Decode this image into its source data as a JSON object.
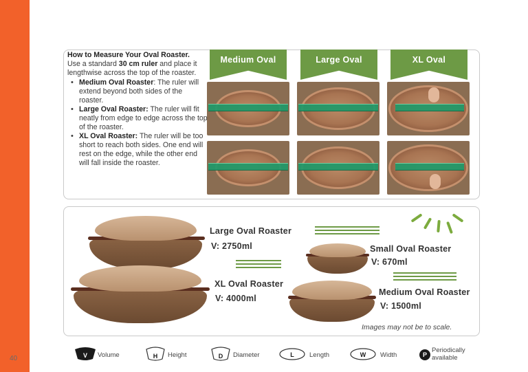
{
  "page_number": "40",
  "howto": {
    "title": "How to Measure Your Oval Roaster.",
    "intro_a": "Use a standard ",
    "intro_b": "30 cm ruler",
    "intro_c": " and place it lengthwise across the top of the roaster.",
    "bullets": [
      {
        "term": "Medium Oval Roaster",
        "sep": ": ",
        "text": "The ruler will extend beyond both sides of the roaster."
      },
      {
        "term": "Large Oval Roaster:",
        "sep": " ",
        "text": "The ruler will fit neatly from edge to edge across the top of the roaster."
      },
      {
        "term": "XL Oval Roaster:",
        "sep": " ",
        "text": "The ruler will be too short to reach both sides. One end will rest on the edge, while the other end will fall inside the roaster."
      }
    ]
  },
  "banners": [
    "Medium Oval",
    "Large Oval",
    "XL Oval"
  ],
  "roasters": [
    {
      "name": "Large Oval Roaster",
      "volume": "V: 2750ml"
    },
    {
      "name": "XL Oval Roaster",
      "volume": "V: 4000ml"
    },
    {
      "name": "Small Oval Roaster",
      "volume": "V: 670ml"
    },
    {
      "name": "Medium Oval Roaster",
      "volume": "V: 1500ml"
    }
  ],
  "scale_note": "Images may not be to scale.",
  "legend": [
    {
      "letter": "V",
      "label": "Volume",
      "icon": "volume-icon"
    },
    {
      "letter": "H",
      "label": "Height",
      "icon": "height-icon"
    },
    {
      "letter": "D",
      "label": "Diameter",
      "icon": "diameter-icon"
    },
    {
      "letter": "L",
      "label": "Length",
      "icon": "length-icon"
    },
    {
      "letter": "W",
      "label": "Width",
      "icon": "width-icon"
    },
    {
      "letter": "P",
      "label": "Periodically available",
      "icon": "periodically-available-icon"
    }
  ],
  "colors": {
    "accent_orange": "#f2612a",
    "accent_green": "#6d9a45"
  }
}
